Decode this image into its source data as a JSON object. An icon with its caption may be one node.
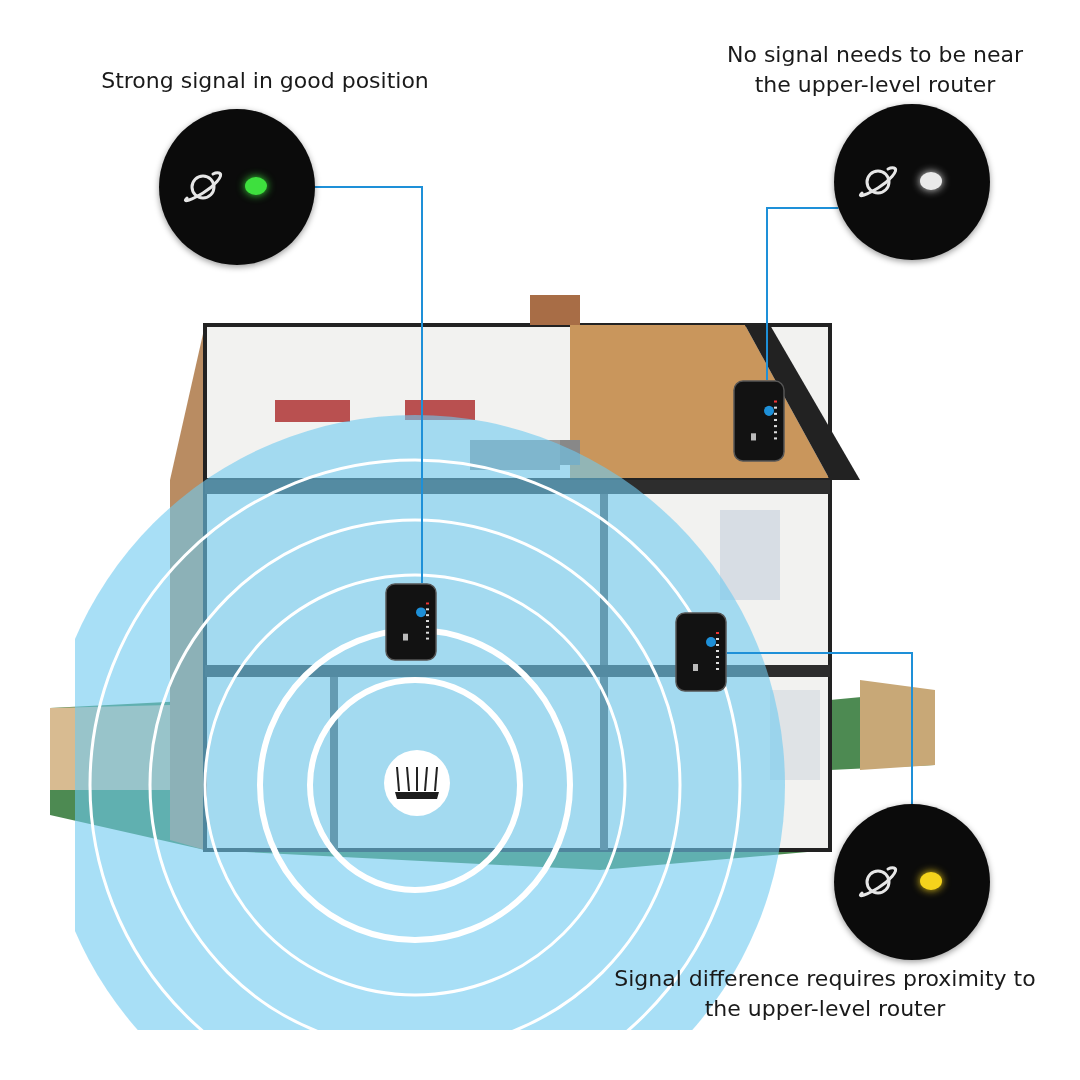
{
  "diagram": {
    "nodes": [
      {
        "text": [],
        "shape": "circle",
        "beside": [
          "Strong signal in good position"
        ]
      },
      {
        "text": [],
        "shape": "circle",
        "beside": [
          "No signal needs to be near the upper-level router"
        ]
      },
      {
        "text": [],
        "shape": "circle",
        "beside": [
          "Signal difference requires proximity to the upper-level router"
        ]
      },
      {
        "text": [],
        "shape": "picture"
      },
      {
        "text": [],
        "shape": "picture"
      },
      {
        "text": [],
        "shape": "picture"
      },
      {
        "text": [],
        "shape": "picture"
      }
    ],
    "edges": [
      {
        "from": 0,
        "to": 3,
        "arrow": "none"
      },
      {
        "from": 1,
        "to": 4,
        "arrow": "none"
      },
      {
        "from": 2,
        "to": 5,
        "arrow": "none"
      }
    ]
  }
}
